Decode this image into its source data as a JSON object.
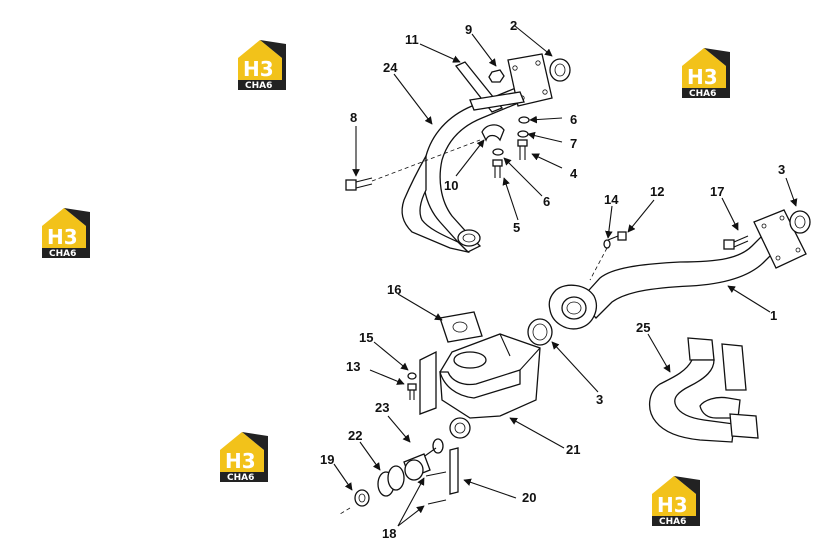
{
  "logo": {
    "text": "H3",
    "subtext": "CHA6",
    "color_primary": "#f2c21a",
    "color_dark": "#222222"
  },
  "callouts": [
    {
      "id": "c1",
      "label": "1"
    },
    {
      "id": "c2",
      "label": "2"
    },
    {
      "id": "c3a",
      "label": "3"
    },
    {
      "id": "c3b",
      "label": "3"
    },
    {
      "id": "c4",
      "label": "4"
    },
    {
      "id": "c5",
      "label": "5"
    },
    {
      "id": "c6a",
      "label": "6"
    },
    {
      "id": "c6b",
      "label": "6"
    },
    {
      "id": "c7",
      "label": "7"
    },
    {
      "id": "c8",
      "label": "8"
    },
    {
      "id": "c9",
      "label": "9"
    },
    {
      "id": "c10",
      "label": "10"
    },
    {
      "id": "c11",
      "label": "11"
    },
    {
      "id": "c12",
      "label": "12"
    },
    {
      "id": "c13",
      "label": "13"
    },
    {
      "id": "c14",
      "label": "14"
    },
    {
      "id": "c15",
      "label": "15"
    },
    {
      "id": "c16",
      "label": "16"
    },
    {
      "id": "c17",
      "label": "17"
    },
    {
      "id": "c18",
      "label": "18"
    },
    {
      "id": "c19",
      "label": "19"
    },
    {
      "id": "c20",
      "label": "20"
    },
    {
      "id": "c21",
      "label": "21"
    },
    {
      "id": "c22",
      "label": "22"
    },
    {
      "id": "c23",
      "label": "23"
    },
    {
      "id": "c24",
      "label": "24"
    },
    {
      "id": "c25",
      "label": "25"
    }
  ]
}
